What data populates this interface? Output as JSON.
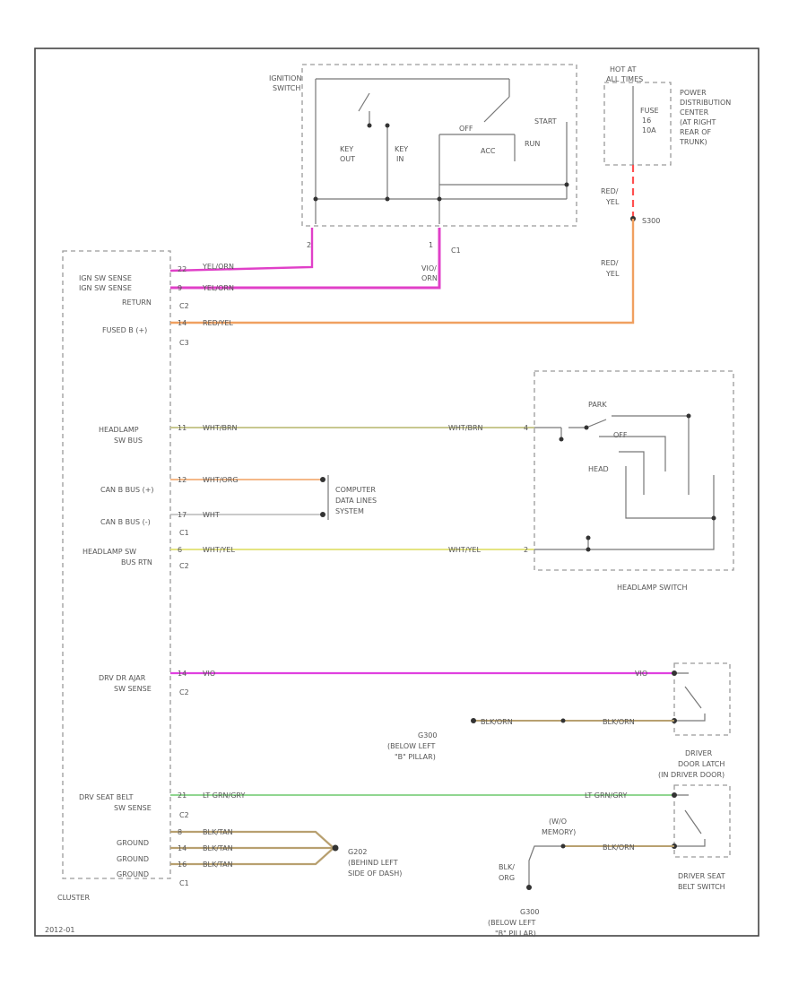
{
  "ignition_switch": {
    "title_line1": "IGNITION",
    "title_line2": "SWITCH",
    "key_out_1": "KEY",
    "key_out_2": "OUT",
    "key_in_1": "KEY",
    "key_in_2": "IN",
    "off": "OFF",
    "acc": "ACC",
    "run": "RUN",
    "start": "START",
    "connector": "C1",
    "pin_a": "2",
    "pin_b": "1"
  },
  "fuse": {
    "hot_line1": "HOT AT",
    "hot_line2": "ALL TIMES",
    "fuse_line1": "FUSE",
    "fuse_line2": "16",
    "fuse_line3": "10A",
    "pdc_line1": "POWER",
    "pdc_line2": "DISTRIBUTION",
    "pdc_line3": "CENTER",
    "pdc_line4": "(AT RIGHT",
    "pdc_line5": "REAR OF",
    "pdc_line6": "TRUNK)",
    "wire_upper_1": "RED/",
    "wire_upper_2": "YEL",
    "splice": "S300",
    "wire_lower_1": "RED/",
    "wire_lower_2": "YEL"
  },
  "cluster": {
    "title": "CLUSTER",
    "ign_sense_1": "IGN SW SENSE",
    "ign_sense_2": "IGN SW SENSE",
    "return": "RETURN",
    "fused_b": "FUSED B (+)",
    "headlamp_bus_1": "HEADLAMP",
    "headlamp_bus_2": "SW BUS",
    "can_b_pos": "CAN B BUS (+)",
    "can_b_neg": "CAN B BUS (-)",
    "headlamp_rtn_1": "HEADLAMP SW",
    "headlamp_rtn_2": "BUS RTN",
    "drv_door_1": "DRV DR AJAR",
    "drv_door_2": "SW SENSE",
    "seat_belt_1": "DRV SEAT BELT",
    "seat_belt_2": "SW SENSE",
    "ground_1": "GROUND",
    "ground_2": "GROUND",
    "ground_3": "GROUND",
    "c1": "C1",
    "c2": "C2",
    "c3": "C3",
    "c1_b": "C1",
    "c2_b": "C2",
    "c2_c": "C2",
    "c1_c": "C1"
  },
  "wires": {
    "ign_1": "YEL/ORN",
    "ign_2": "YEL/ORN",
    "vio_orn_1": "VIO/",
    "vio_orn_2": "ORN",
    "fused": "RED/YEL",
    "headlamp_bus": "WHT/BRN",
    "headlamp_bus_r": "WHT/BRN",
    "can_pos": "WHT/ORG",
    "can_neg": "WHT",
    "headlamp_rtn": "WHT/YEL",
    "headlamp_rtn_r": "WHT/YEL",
    "door": "VIO",
    "door_r": "VIO",
    "seat_belt": "LT GRN/GRY",
    "seat_belt_r": "LT GRN/GRY",
    "ground_a": "BLK/TAN",
    "ground_b": "BLK/TAN",
    "ground_c": "BLK/TAN",
    "door_gnd_l": "BLK/ORN",
    "door_gnd_r": "BLK/ORN",
    "belt_gnd": "BLK/ORN",
    "blk_org_1": "BLK/",
    "blk_org_2": "ORG"
  },
  "pins": {
    "c1_17": "22",
    "c1_18": "9",
    "c1_fused": "14",
    "headlamp": "11",
    "can_pos": "12",
    "can_neg": "17",
    "headlamp_rtn": "6",
    "door": "14",
    "belt": "21",
    "gnd_1": "8",
    "gnd_2": "14",
    "gnd_3": "16"
  },
  "computer": {
    "line1": "COMPUTER",
    "line2": "DATA LINES",
    "line3": "SYSTEM"
  },
  "headlamp_switch": {
    "title": "HEADLAMP SWITCH",
    "park": "PARK",
    "off": "OFF",
    "head": "HEAD",
    "pin_a": "4",
    "pin_b": "2"
  },
  "grounds": {
    "g300_1": "G300",
    "g300_2": "(BELOW LEFT",
    "g300_3": "\"B\" PILLAR)",
    "g202_1": "G202",
    "g202_2": "(BEHIND LEFT",
    "g202_3": "SIDE OF DASH)",
    "g300b_1": "G300",
    "g300b_2": "(BELOW LEFT",
    "g300b_3": "\"B\" PILLAR)"
  },
  "door_latch": {
    "line1": "DRIVER",
    "line2": "DOOR LATCH",
    "line3": "(IN DRIVER DOOR)"
  },
  "seat_belt_switch": {
    "line1": "DRIVER SEAT",
    "line2": "BELT SWITCH",
    "memory_1": "(W/O",
    "memory_2": "MEMORY)"
  },
  "footer": {
    "code": "2012-01"
  },
  "colors": {
    "pink": "#e040c8",
    "orange": "#f0a060",
    "green": "#80d080",
    "olive": "#c8c890",
    "tan": "#b8a070",
    "red": "#ff6060"
  }
}
